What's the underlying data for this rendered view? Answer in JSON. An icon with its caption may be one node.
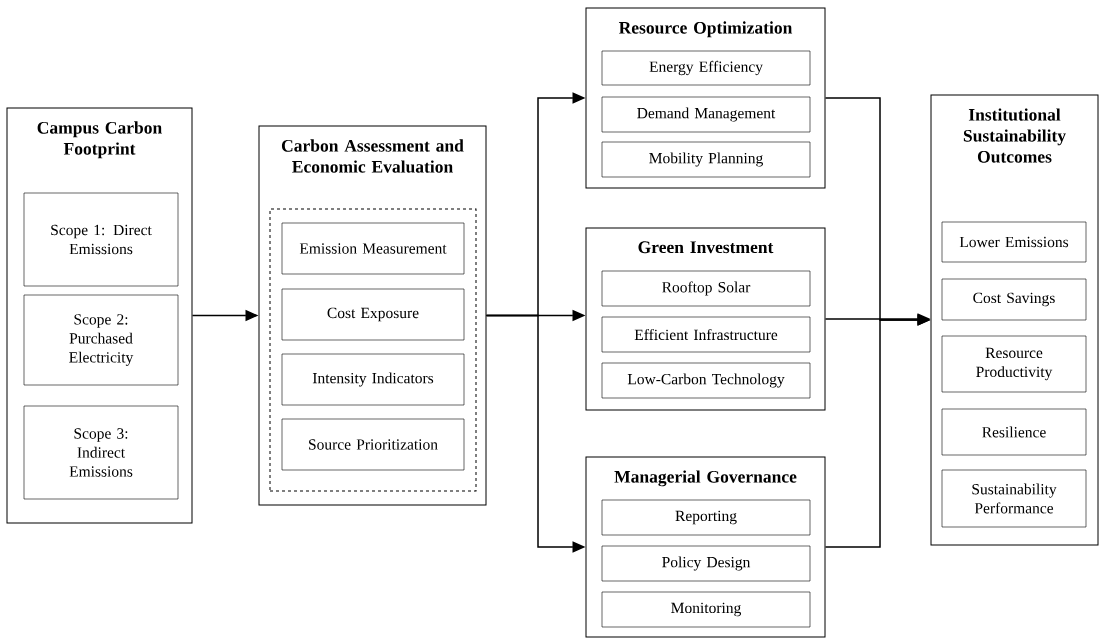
{
  "diagram": {
    "nodes": [
      {
        "text": [
          "Campus Carbon Footprint"
        ]
      },
      {
        "text": [
          "Scope 1: Direct Emissions"
        ],
        "in": 0
      },
      {
        "text": [
          "Scope 2: Purchased Electricity"
        ],
        "in": 0
      },
      {
        "text": [
          "Scope 3: Indirect Emissions"
        ],
        "in": 0
      },
      {
        "text": [
          "Carbon Assessment and Economic Evaluation"
        ]
      },
      {
        "text": [],
        "shape": "box",
        "in": 4
      },
      {
        "text": [
          "Emission Measurement"
        ],
        "in": 5
      },
      {
        "text": [
          "Cost Exposure"
        ],
        "in": 5
      },
      {
        "text": [
          "Intensity Indicators"
        ],
        "in": 5
      },
      {
        "text": [
          "Source Prioritization"
        ],
        "in": 5
      },
      {
        "text": [
          "Resource Optimization"
        ]
      },
      {
        "text": [
          "Energy Efficiency"
        ],
        "in": 10
      },
      {
        "text": [
          "Demand Management"
        ],
        "in": 10
      },
      {
        "text": [
          "Mobility Planning"
        ],
        "in": 10
      },
      {
        "text": [
          "Green Investment"
        ]
      },
      {
        "text": [
          "Rooftop Solar"
        ],
        "in": 14
      },
      {
        "text": [
          "Efficient Infrastructure"
        ],
        "in": 14
      },
      {
        "text": [
          "Low-Carbon Technology"
        ],
        "in": 14
      },
      {
        "text": [
          "Managerial Governance"
        ]
      },
      {
        "text": [
          "Reporting"
        ],
        "in": 18
      },
      {
        "text": [
          "Policy Design"
        ],
        "in": 18
      },
      {
        "text": [
          "Monitoring"
        ],
        "in": 18
      },
      {
        "text": [
          "Institutional Sustainability Outcomes"
        ]
      },
      {
        "text": [
          "Lower Emissions"
        ],
        "in": 22
      },
      {
        "text": [
          "Cost Savings"
        ],
        "in": 22
      },
      {
        "text": [
          "Resource Productivity"
        ],
        "in": 22
      },
      {
        "text": [
          "Resilience"
        ],
        "in": 22
      },
      {
        "text": [
          "Sustainability Performance"
        ],
        "in": 22
      }
    ],
    "edges": [
      {
        "from": 0,
        "to": 4,
        "arrow": "to"
      },
      {
        "from": 4,
        "to": 10,
        "arrow": "to"
      },
      {
        "from": 4,
        "to": 14,
        "arrow": "to"
      },
      {
        "from": 4,
        "to": 18,
        "arrow": "to"
      },
      {
        "from": 10,
        "to": 22,
        "arrow": "to"
      },
      {
        "from": 14,
        "to": 22,
        "arrow": "to"
      },
      {
        "from": 18,
        "to": 22,
        "arrow": "to"
      }
    ]
  }
}
